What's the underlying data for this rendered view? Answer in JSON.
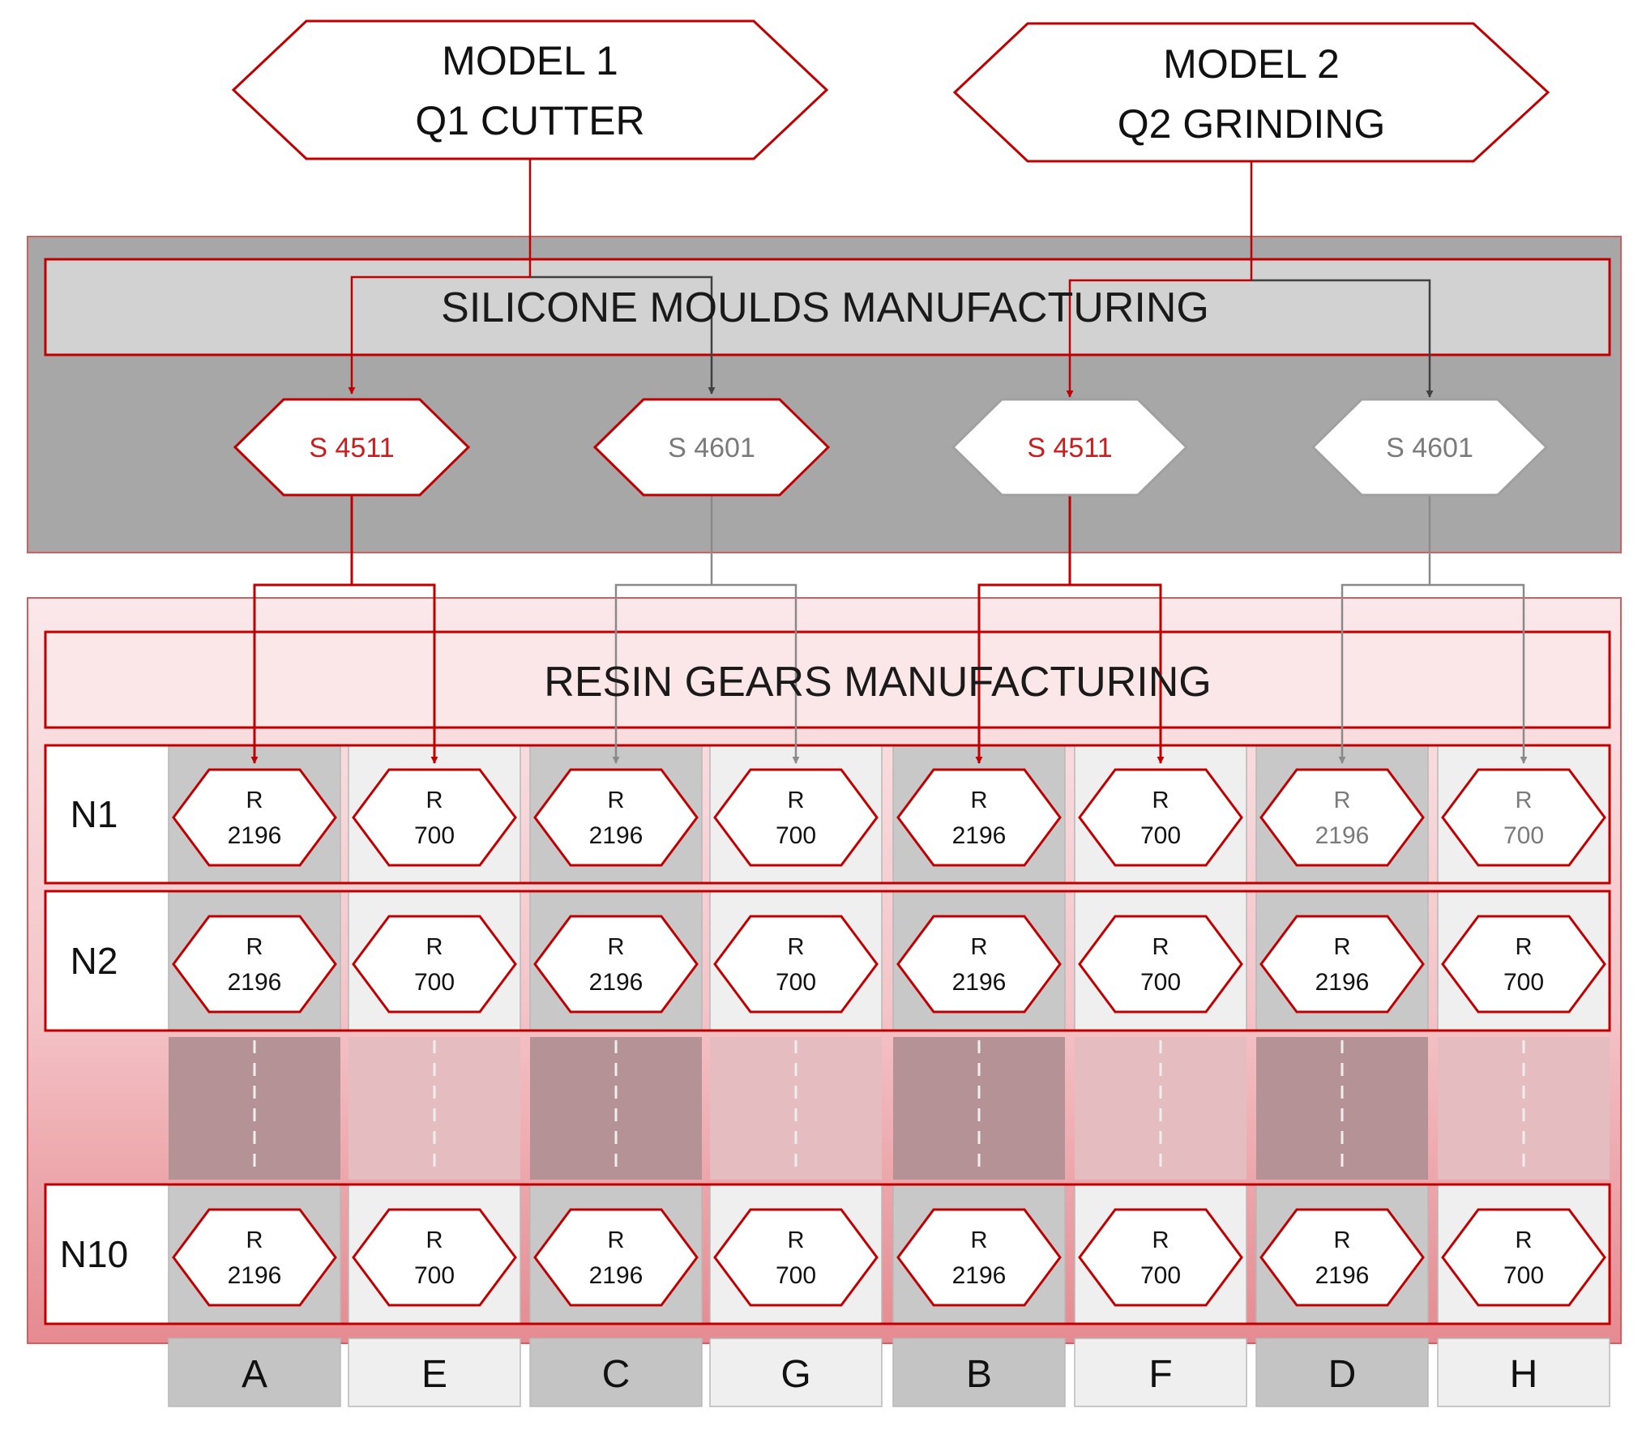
{
  "models": [
    {
      "line1": "MODEL 1",
      "line2": "Q1 CUTTER"
    },
    {
      "line1": "MODEL 2",
      "line2": "Q2 GRINDING"
    }
  ],
  "silicone_section": {
    "title": "SILICONE MOULDS MANUFACTURING",
    "moulds": [
      {
        "label": "S 4511",
        "model": 1
      },
      {
        "label": "S 4601",
        "model": 1
      },
      {
        "label": "S 4511",
        "model": 2
      },
      {
        "label": "S 4601",
        "model": 2
      }
    ]
  },
  "resin_section": {
    "title": "RESIN GEARS MANUFACTURING",
    "rows": [
      "N1",
      "N2",
      "N10"
    ],
    "resin_prefix": "R",
    "columns": [
      {
        "letter": "A",
        "resin": "2196"
      },
      {
        "letter": "E",
        "resin": "700"
      },
      {
        "letter": "C",
        "resin": "2196"
      },
      {
        "letter": "G",
        "resin": "700"
      },
      {
        "letter": "B",
        "resin": "2196"
      },
      {
        "letter": "F",
        "resin": "700"
      },
      {
        "letter": "D",
        "resin": "2196"
      },
      {
        "letter": "H",
        "resin": "700"
      }
    ]
  },
  "colors": {
    "red": "#c00000",
    "red_text": "#c81e1e",
    "gray_text": "#7a7a7a",
    "dark_band": "#a6a6a6",
    "light_band": "#cfcfcf",
    "resin_bg": "#f8e0e2"
  }
}
